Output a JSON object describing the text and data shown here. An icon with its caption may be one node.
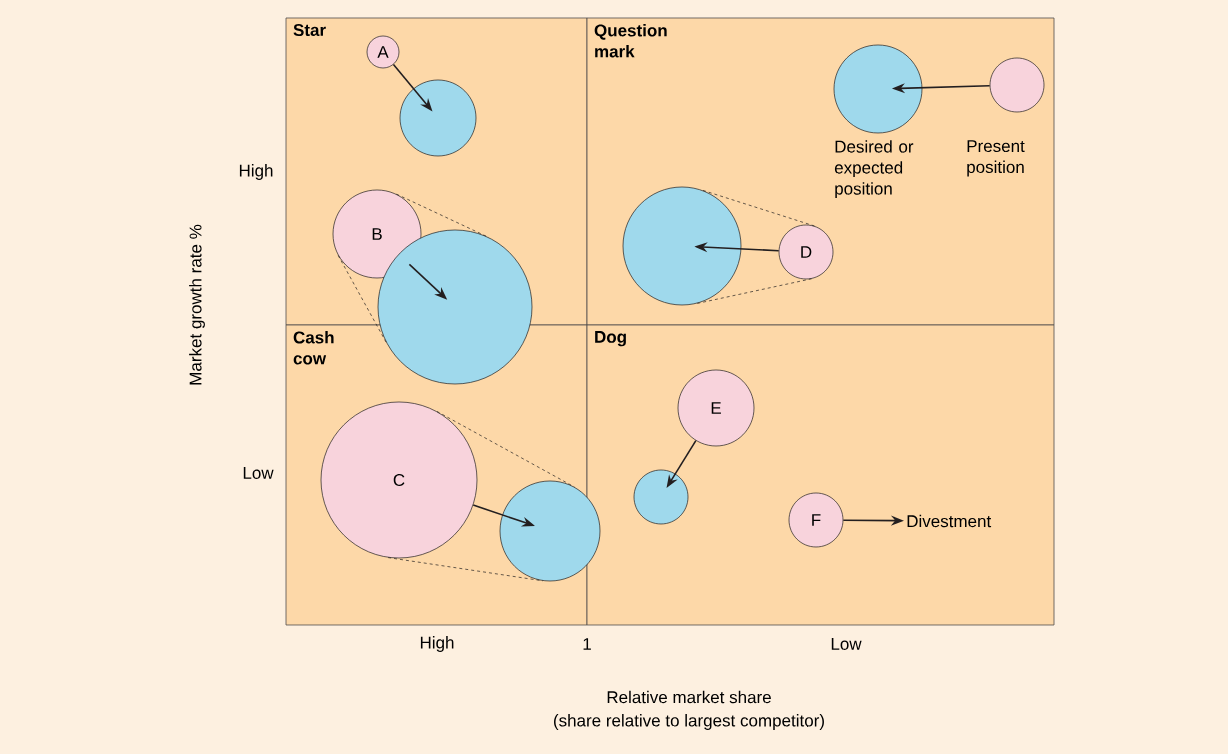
{
  "diagram": {
    "nodes": [
      {
        "text": [
          "Star"
        ]
      },
      {
        "text": [
          "Question mark"
        ]
      },
      {
        "text": [
          "Cash cow"
        ]
      },
      {
        "text": [
          "Dog"
        ]
      },
      {
        "text": [
          "A"
        ],
        "in": 0
      },
      {
        "text": [],
        "shape": "circle",
        "in": 0
      },
      {
        "text": [
          "B"
        ],
        "in": 0
      },
      {
        "text": [],
        "shape": "circle"
      },
      {
        "text": [],
        "shape": "circle",
        "in": 1,
        "beside": [
          "Desired or expected position"
        ]
      },
      {
        "text": [],
        "shape": "circle",
        "in": 1,
        "beside": [
          "Present position"
        ]
      },
      {
        "text": [],
        "shape": "circle",
        "in": 1
      },
      {
        "text": [
          "D"
        ],
        "in": 1
      },
      {
        "text": [
          "C"
        ],
        "in": 2
      },
      {
        "text": [],
        "shape": "circle"
      },
      {
        "text": [
          "E"
        ],
        "in": 3
      },
      {
        "text": [],
        "shape": "circle",
        "in": 3
      },
      {
        "text": [
          "F"
        ],
        "in": 3
      },
      {
        "text": [
          "Divestment"
        ],
        "in": 3
      }
    ],
    "edges": [
      {
        "from": 4,
        "to": 5,
        "arrow": "to"
      },
      {
        "from": 6,
        "to": 7,
        "arrow": "to"
      },
      {
        "from": 9,
        "to": 8,
        "arrow": "to"
      },
      {
        "from": 11,
        "to": 10,
        "arrow": "to"
      },
      {
        "from": 12,
        "to": 13,
        "arrow": "to"
      },
      {
        "from": 14,
        "to": 15,
        "arrow": "to"
      },
      {
        "from": 16,
        "to": 17,
        "arrow": "to"
      },
      {
        "from": 6,
        "to": 7,
        "arrow": "none",
        "style": "dashed"
      },
      {
        "from": 6,
        "to": 7,
        "arrow": "none",
        "style": "dashed"
      },
      {
        "from": 11,
        "to": 10,
        "arrow": "none",
        "style": "dashed"
      },
      {
        "from": 11,
        "to": 10,
        "arrow": "none",
        "style": "dashed"
      },
      {
        "from": 12,
        "to": 13,
        "arrow": "none",
        "style": "dashed"
      },
      {
        "from": 12,
        "to": 13,
        "arrow": "none",
        "style": "dashed"
      }
    ],
    "labels": [
      "High",
      "Market growth rate %",
      "Low",
      "High",
      "1",
      "Low",
      "Relative market share",
      "(share relative to largest competitor)"
    ]
  }
}
